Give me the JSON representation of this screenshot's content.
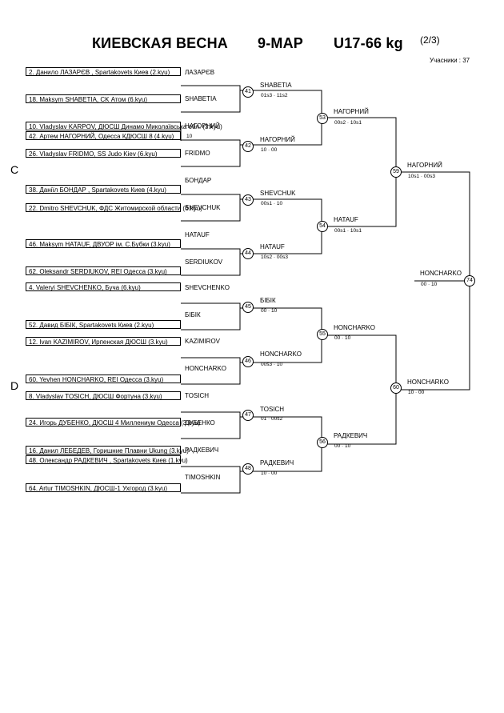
{
  "header": {
    "tournament": "КИЕВСКАЯ ВЕСНА",
    "date": "9-МАР",
    "category": "U17-66 kg",
    "page": "(2/3)",
    "participants": "Учасники : 37"
  },
  "sections": [
    "C",
    "D"
  ],
  "entries": [
    "2. Данило ЛАЗАРЄВ , Spartakovets Киев (2.kyu)",
    "18. Maksym SHABETIA, CK Атом (6.kyu)",
    "10. Vladyslav KARPOV, ДЮСШ Динамо Миколаївська обл. (3.kyu)",
    "42. Артем НАГОРНИЙ, Одесса КДЮСШ 8 (4.kyu)",
    "26. Vladyslav FRIDMO, SS Judo Kiev (6.kyu)",
    "38. Даніїл БОНДАР , Spartakovets Киев (4.kyu)",
    "22. Dmitro SHEVCHUK, ФДС Житомирской области (6.kyu)",
    "46. Maksym HATAUF, ДВУОР ім. С.Бубки (3.kyu)",
    "62. Oleksandr SERDIUKOV, REI Одесса (3.kyu)",
    "4. Valeryi SHEVCHENKO, Буча (6.kyu)",
    "52. Давид БІБІК, Spartakovets Киев (2.kyu)",
    "12. Ivan KAZIMIROV, Ирпенская ДЮСШ (3.kyu)",
    "60. Yevhen HONCHARKO, REI Одесса (3.kyu)",
    "8. Vladyslav TOSICH, ДЮСШ Фортуна (3.kyu)",
    "24. Игорь ДУБЕНКО, ДЮСШ 4 Миллениум Одесса (3.kyu)",
    "16. Данил ЛЕБЕДЕВ, Горишние Плавни Ukung (3.kyu)",
    "48. Олександр РАДКЕВИЧ , Spartakovets Киев (1.kyu)",
    "64. Artur TIMOSHKIN, ДЮСШ-1 Ухгород (3.kyu)"
  ],
  "round1_labels": [
    "ЛАЗАРЄВ",
    "SHABETIA",
    "НАГОРНИЙ",
    "FRIDMO",
    "БОНДАР",
    "SHEVCHUK",
    "HATAUF",
    "SERDIUKOV",
    "SHEVCHENKO",
    "БІБІК",
    "KAZIMIROV",
    "HONCHARKO",
    "TOSICH",
    "ДУБЕНКО",
    "РАДКЕВИЧ",
    "TIMOSHKIN"
  ],
  "prelim_score": "10",
  "matches_r2": [
    {
      "num": "41",
      "winner": "SHABETIA",
      "score": "01s3 · 11s2"
    },
    {
      "num": "42",
      "winner": "НАГОРНИЙ",
      "score": "10 · 00"
    },
    {
      "num": "43",
      "winner": "SHEVCHUK",
      "score": "00s1 · 10"
    },
    {
      "num": "44",
      "winner": "HATAUF",
      "score": "10s2 · 00s3"
    },
    {
      "num": "45",
      "winner": "БІБІК",
      "score": "00 · 10"
    },
    {
      "num": "46",
      "winner": "HONCHARKO",
      "score": "00s3 · 10"
    },
    {
      "num": "47",
      "winner": "TOSICH",
      "score": "01 · 00s2"
    },
    {
      "num": "48",
      "winner": "РАДКЕВИЧ",
      "score": "10 · 00"
    }
  ],
  "matches_r3": [
    {
      "num": "53",
      "winner": "НАГОРНИЙ",
      "score": "00s2 · 10s1"
    },
    {
      "num": "54",
      "winner": "HATAUF",
      "score": "00s1 · 10s1"
    },
    {
      "num": "55",
      "winner": "HONCHARKO",
      "score": "00 · 10"
    },
    {
      "num": "56",
      "winner": "РАДКЕВИЧ",
      "score": "00 · 10"
    }
  ],
  "matches_r4": [
    {
      "num": "59",
      "winner": "НАГОРНИЙ",
      "score": "10s1 · 00s3"
    },
    {
      "num": "60",
      "winner": "HONCHARKO",
      "score": "10 · 00"
    }
  ],
  "final": {
    "num": "74",
    "winner": "HONCHARKO",
    "score": "00 · 10"
  }
}
